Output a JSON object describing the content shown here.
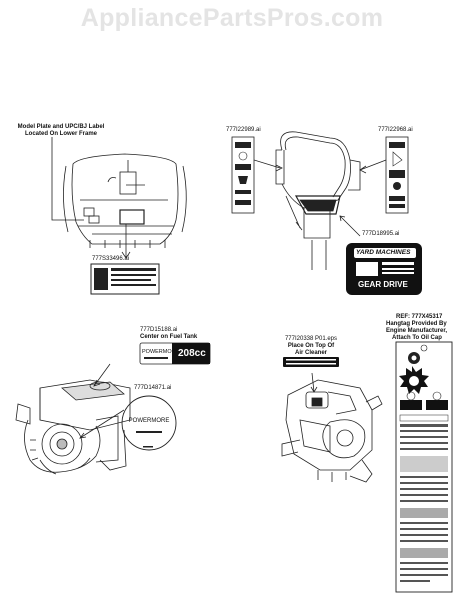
{
  "site": {
    "watermark": "AppliancePartsPros.com"
  },
  "labels": {
    "model_plate_line1": "Model Plate and UPC/BJ Label",
    "model_plate_line2": "Located On Lower Frame",
    "part_777s33496": "777S33496.ai",
    "part_777i22989": "777I22989.ai",
    "part_777i22968": "777I22968.ai",
    "part_777d18995": "777D18995.ai",
    "part_777d15188": "777D15188.ai",
    "center_fuel_tank": "Center on Fuel Tank",
    "part_777d14871": "777D14871.ai",
    "part_777i20338": "777I20338 P01.eps",
    "place_line1": "Place On Top Of",
    "place_line2": "Air Cleaner",
    "ref_line1": "REF: 777X45317",
    "ref_line2": "Hangtag Provided By",
    "ref_line3": "Engine Manufacturer,",
    "ref_line4": "Attach To Oil Cap"
  },
  "decals": {
    "yard_machines": "YARD MACHINES",
    "gear_drive": "GEAR DRIVE",
    "powermore": "POWERMORE",
    "engine_cc": "208cc",
    "powermore_round": "POWERMORE"
  },
  "colors": {
    "line": "#222222",
    "decal_dark": "#111111",
    "watermark": "#e4e4e4"
  }
}
